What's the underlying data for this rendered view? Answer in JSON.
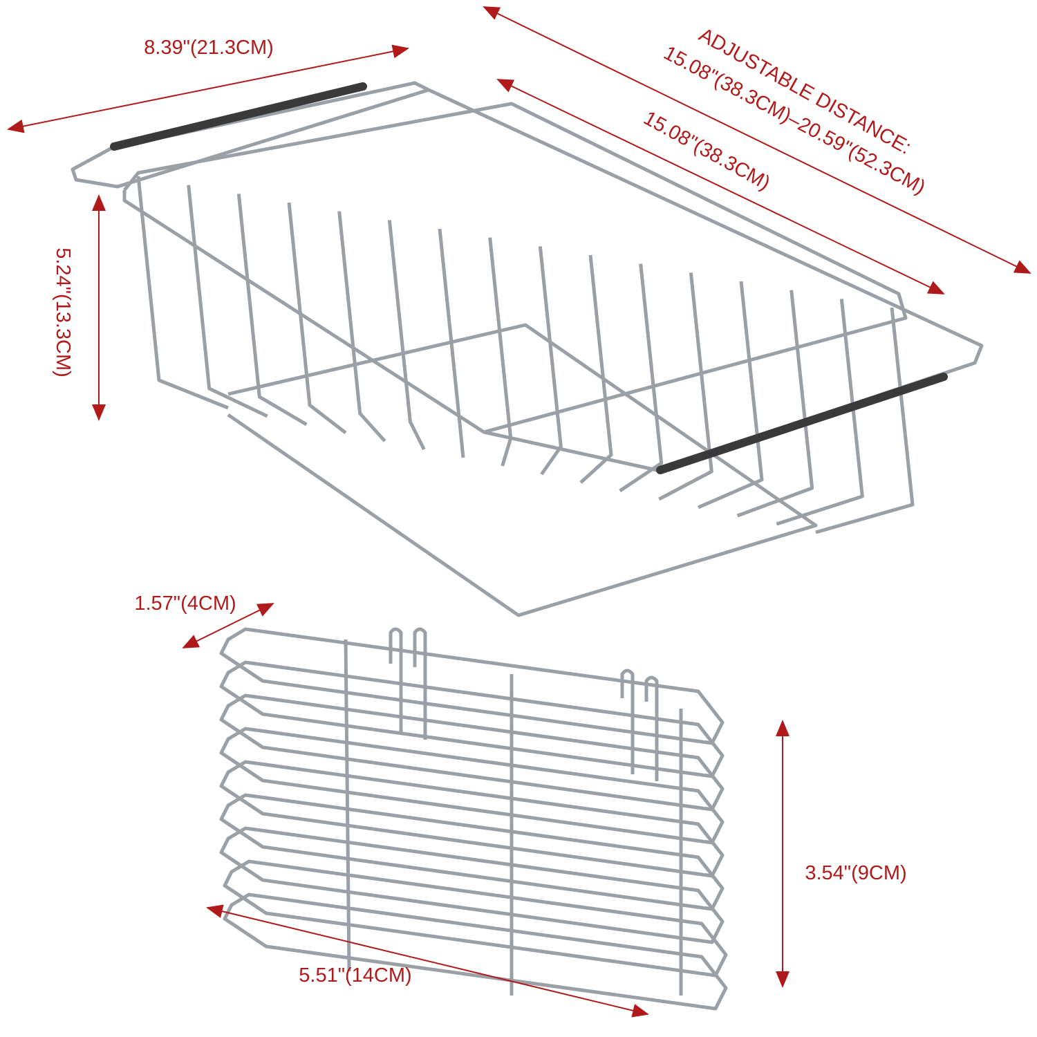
{
  "dimensions": {
    "basket_width": "8.39\"(21.3CM)",
    "adjustable_title": "ADJUSTABLE DISTANCE:",
    "adjustable_range": "15.08\"(38.3CM)–20.59\"(52.3CM)",
    "basket_length": "15.08\"(38.3CM)",
    "basket_height": "5.24\"(13.3CM)",
    "caddy_depth": "1.57\"(4CM)",
    "caddy_height": "3.54\"(9CM)",
    "caddy_length": "5.51\"(14CM)"
  },
  "colors": {
    "dimension": "#b01a1a",
    "wire": "#9aa0a6",
    "grip": "#3a3a3a"
  }
}
